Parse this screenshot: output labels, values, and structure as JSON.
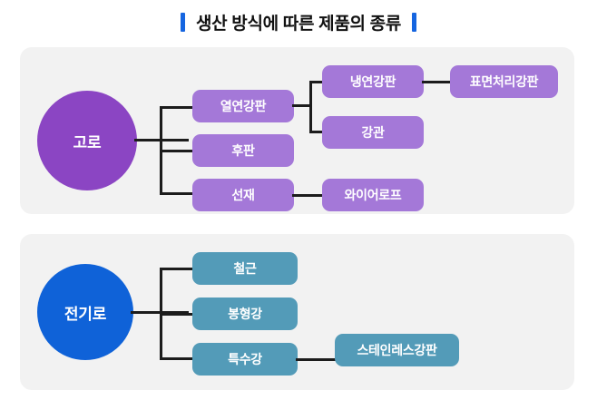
{
  "title": {
    "text": "생산 방식에 따른 제품의 종류",
    "accent_color": "#1565e0"
  },
  "colors": {
    "panel_bg": "#f2f2f2",
    "page_bg": "#ffffff",
    "blast_circle": "#8b45c3",
    "blast_box": "#a478d8",
    "electric_circle": "#0f62d8",
    "electric_box": "#539bb8",
    "connector": "#1c1c1c"
  },
  "sections": [
    {
      "id": "blast-furnace",
      "root": "고로",
      "level1": [
        {
          "label": "열연강판"
        },
        {
          "label": "후판"
        },
        {
          "label": "선재"
        }
      ],
      "level2": [
        {
          "label": "냉연강판"
        },
        {
          "label": "강관"
        },
        {
          "label": "와이어로프"
        }
      ],
      "level3": [
        {
          "label": "표면처리강판"
        }
      ]
    },
    {
      "id": "electric-furnace",
      "root": "전기로",
      "level1": [
        {
          "label": "철근"
        },
        {
          "label": "봉형강"
        },
        {
          "label": "특수강"
        }
      ],
      "level2": [
        {
          "label": "스테인레스강판"
        }
      ]
    }
  ]
}
